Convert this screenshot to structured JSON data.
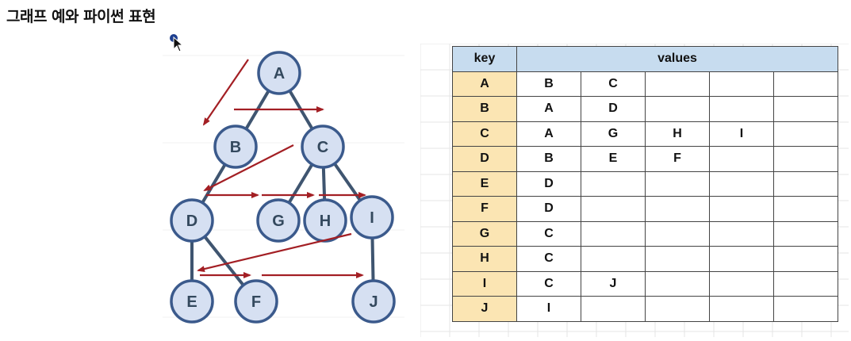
{
  "title": "그래프 예와 파이썬 표현",
  "graph": {
    "nodes": [
      {
        "id": "A",
        "label": "A"
      },
      {
        "id": "B",
        "label": "B"
      },
      {
        "id": "C",
        "label": "C"
      },
      {
        "id": "D",
        "label": "D"
      },
      {
        "id": "G",
        "label": "G"
      },
      {
        "id": "H",
        "label": "H"
      },
      {
        "id": "I",
        "label": "I"
      },
      {
        "id": "E",
        "label": "E"
      },
      {
        "id": "F",
        "label": "F"
      },
      {
        "id": "J",
        "label": "J"
      }
    ],
    "edges": [
      [
        "A",
        "B"
      ],
      [
        "A",
        "C"
      ],
      [
        "B",
        "D"
      ],
      [
        "C",
        "G"
      ],
      [
        "C",
        "H"
      ],
      [
        "C",
        "I"
      ],
      [
        "D",
        "E"
      ],
      [
        "D",
        "F"
      ],
      [
        "I",
        "J"
      ]
    ],
    "colors": {
      "node_fill": "#d6e0f2",
      "node_stroke": "#3b5a8c",
      "edge": "#3f5570",
      "arrow": "#a31f24"
    }
  },
  "table": {
    "header_key": "key",
    "header_values": "values",
    "rows": [
      {
        "key": "A",
        "values": [
          "B",
          "C",
          "",
          "",
          ""
        ]
      },
      {
        "key": "B",
        "values": [
          "A",
          "D",
          "",
          "",
          ""
        ]
      },
      {
        "key": "C",
        "values": [
          "A",
          "G",
          "H",
          "I",
          ""
        ]
      },
      {
        "key": "D",
        "values": [
          "B",
          "E",
          "F",
          "",
          ""
        ]
      },
      {
        "key": "E",
        "values": [
          "D",
          "",
          "",
          "",
          ""
        ]
      },
      {
        "key": "F",
        "values": [
          "D",
          "",
          "",
          "",
          ""
        ]
      },
      {
        "key": "G",
        "values": [
          "C",
          "",
          "",
          "",
          ""
        ]
      },
      {
        "key": "H",
        "values": [
          "C",
          "",
          "",
          "",
          ""
        ]
      },
      {
        "key": "I",
        "values": [
          "C",
          "J",
          "",
          "",
          ""
        ]
      },
      {
        "key": "J",
        "values": [
          "I",
          "",
          "",
          "",
          ""
        ]
      }
    ],
    "colors": {
      "header": "#c7dcef",
      "key_cell": "#fbe5b3"
    }
  }
}
